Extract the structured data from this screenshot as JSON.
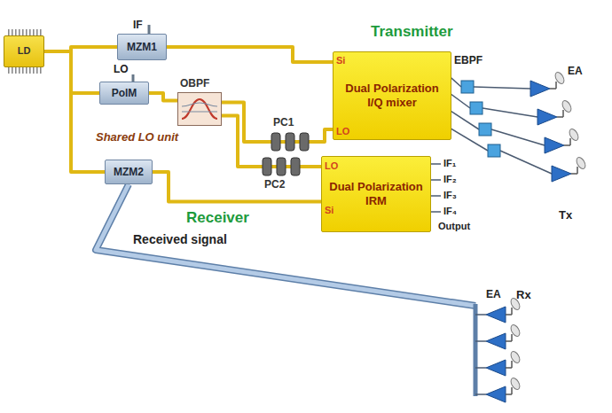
{
  "diagram": {
    "nodes": [
      {
        "text": [
          "Transmitter"
        ]
      },
      {
        "text": [
          "LD"
        ]
      },
      {
        "text": [
          "MZM1"
        ],
        "in": 0
      },
      {
        "text": [
          "Shared LO unit"
        ]
      },
      {
        "text": [
          "PolM"
        ],
        "in": 3
      },
      {
        "text": [
          "OBPF"
        ],
        "in": 3
      },
      {
        "text": [
          "PC1"
        ]
      },
      {
        "text": [
          "Dual Polarization I/Q mixer"
        ],
        "in": 0
      },
      {
        "text": [
          "PC2"
        ]
      },
      {
        "text": [
          "Receiver"
        ]
      },
      {
        "text": [
          "MZM2"
        ],
        "in": 9
      },
      {
        "text": [
          "Dual Polarization IRM"
        ],
        "in": 9
      }
    ],
    "edges": [
      {
        "from": 1,
        "to": 2,
        "arrow": "none"
      },
      {
        "from": 1,
        "to": 4,
        "arrow": "none"
      },
      {
        "from": 1,
        "to": 10,
        "arrow": "none"
      },
      {
        "from": 2,
        "to": 7,
        "arrow": "none"
      },
      {
        "from": 4,
        "to": 5,
        "arrow": "none"
      },
      {
        "from": 5,
        "to": 6,
        "arrow": "none"
      },
      {
        "from": 5,
        "to": 8,
        "arrow": "none"
      },
      {
        "from": 6,
        "to": 7,
        "arrow": "none"
      },
      {
        "from": 8,
        "to": 11,
        "arrow": "none"
      },
      {
        "from": 10,
        "to": 11,
        "arrow": "none"
      }
    ],
    "labels": [
      "IF",
      "LO",
      "Si",
      "LO",
      "EBPF",
      "EA",
      "Tx",
      "LO",
      "Si",
      "IF₁",
      "IF₂",
      "IF₃",
      "IF₄",
      "Output",
      "Received signal",
      "EA",
      "Rx"
    ]
  }
}
